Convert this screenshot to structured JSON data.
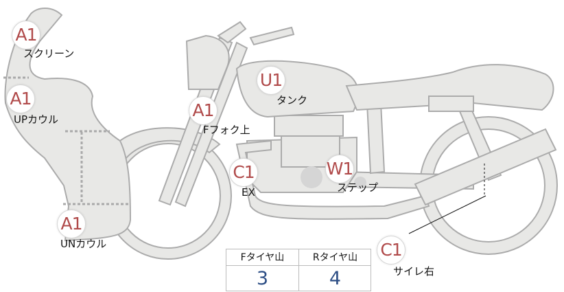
{
  "parts": [
    {
      "id": "screen",
      "code": "A1",
      "label": "スクリーン"
    },
    {
      "id": "up_cowl",
      "code": "A1",
      "label": "UPカウル"
    },
    {
      "id": "fork_upper",
      "code": "A1",
      "label": "Fフォク上"
    },
    {
      "id": "tank",
      "code": "U1",
      "label": "タンク"
    },
    {
      "id": "exhaust",
      "code": "C1",
      "label": "EX"
    },
    {
      "id": "step",
      "code": "W1",
      "label": "ステップ"
    },
    {
      "id": "under_cowl",
      "code": "A1",
      "label": "UNカウル"
    },
    {
      "id": "silencer_r",
      "code": "C1",
      "label": "サイレ右"
    }
  ],
  "tire_table": {
    "headers": [
      "Fタイヤ山",
      "Rタイヤ山"
    ],
    "values": [
      "3",
      "4"
    ]
  },
  "colors": {
    "marker_text": "#b04a4a",
    "value_text": "#2e4f86",
    "body_fill": "#e8e8e6"
  }
}
